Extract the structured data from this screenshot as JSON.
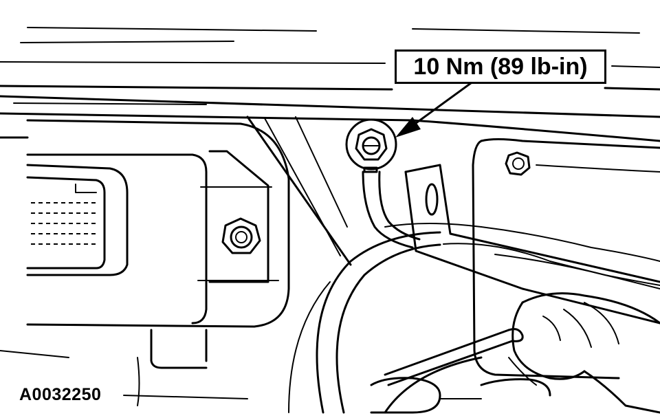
{
  "callout": {
    "torque_label": "10 Nm (89 lb-in)"
  },
  "figure": {
    "id": "A0032250"
  },
  "illustration": {
    "subject": "ground-strap-bolt",
    "stroke_color": "#000000",
    "background_color": "#ffffff"
  }
}
